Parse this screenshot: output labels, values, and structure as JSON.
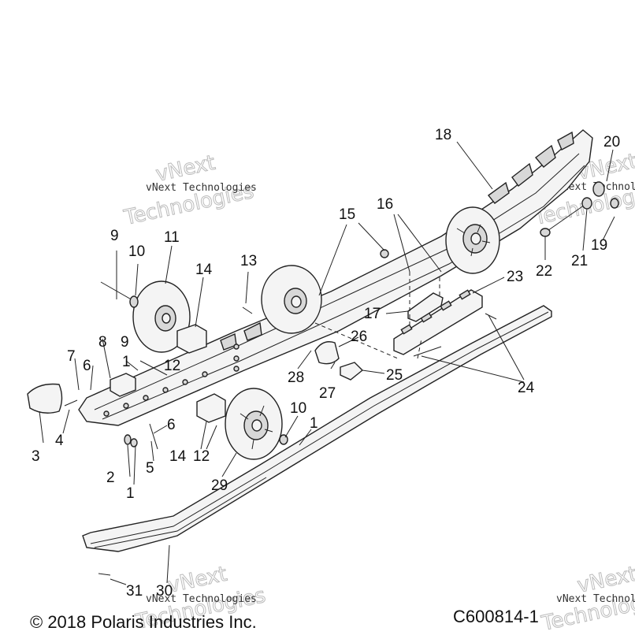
{
  "callouts": {
    "c1a": "1",
    "c1b": "1",
    "c1c": "1",
    "c2": "2",
    "c3": "3",
    "c4": "4",
    "c5": "5",
    "c6a": "6",
    "c6b": "6",
    "c7": "7",
    "c8": "8",
    "c9a": "9",
    "c9b": "9",
    "c10a": "10",
    "c10b": "10",
    "c11": "11",
    "c12a": "12",
    "c12b": "12",
    "c13": "13",
    "c14a": "14",
    "c14b": "14",
    "c15": "15",
    "c16": "16",
    "c17": "17",
    "c18": "18",
    "c19": "19",
    "c20": "20",
    "c21": "21",
    "c22": "22",
    "c23": "23",
    "c24": "24",
    "c25": "25",
    "c26": "26",
    "c27": "27",
    "c28": "28",
    "c29": "29",
    "c30": "30",
    "c31": "31"
  },
  "footer": {
    "copyright": "© 2018 Polaris Industries Inc.",
    "figure_id": "C600814-1"
  },
  "watermark": {
    "line1": "vNext Technologies",
    "big1": "vNext",
    "big2": "Technologies"
  }
}
